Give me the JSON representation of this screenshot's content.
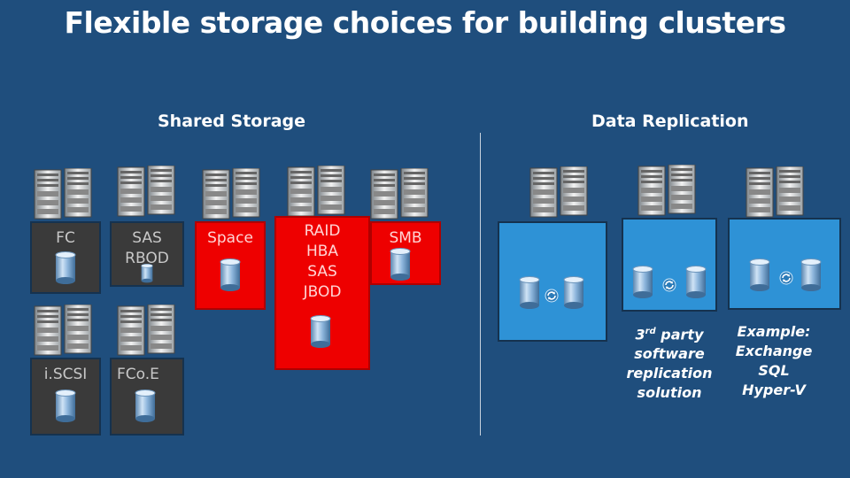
{
  "title": "Flexible storage choices for building clusters",
  "shared_storage": {
    "heading": "Shared Storage",
    "boxes": [
      {
        "label": "FC"
      },
      {
        "label": "SAS RBOD"
      },
      {
        "label": "Space"
      },
      {
        "label": "RAID HBA SAS JBOD"
      },
      {
        "label": "SMB"
      },
      {
        "label": "i.SCSI"
      },
      {
        "label": "FCo.E"
      }
    ]
  },
  "data_replication": {
    "heading": "Data Replication",
    "third_party": {
      "prefix": "3",
      "sup": "rd",
      "rest": " party",
      "line2": "software",
      "line3": "replication",
      "line4": "solution"
    },
    "example": [
      "Example:",
      "Exchange",
      "SQL",
      "Hyper-V"
    ]
  },
  "colors": {
    "background": "#1f4e7d",
    "red_box": "#ee0000",
    "dark_box": "#3a3a3a",
    "blue_box": "#2e92d6"
  },
  "icons": [
    "server-rack-icon",
    "database-cylinder-icon",
    "replication-sync-icon"
  ]
}
